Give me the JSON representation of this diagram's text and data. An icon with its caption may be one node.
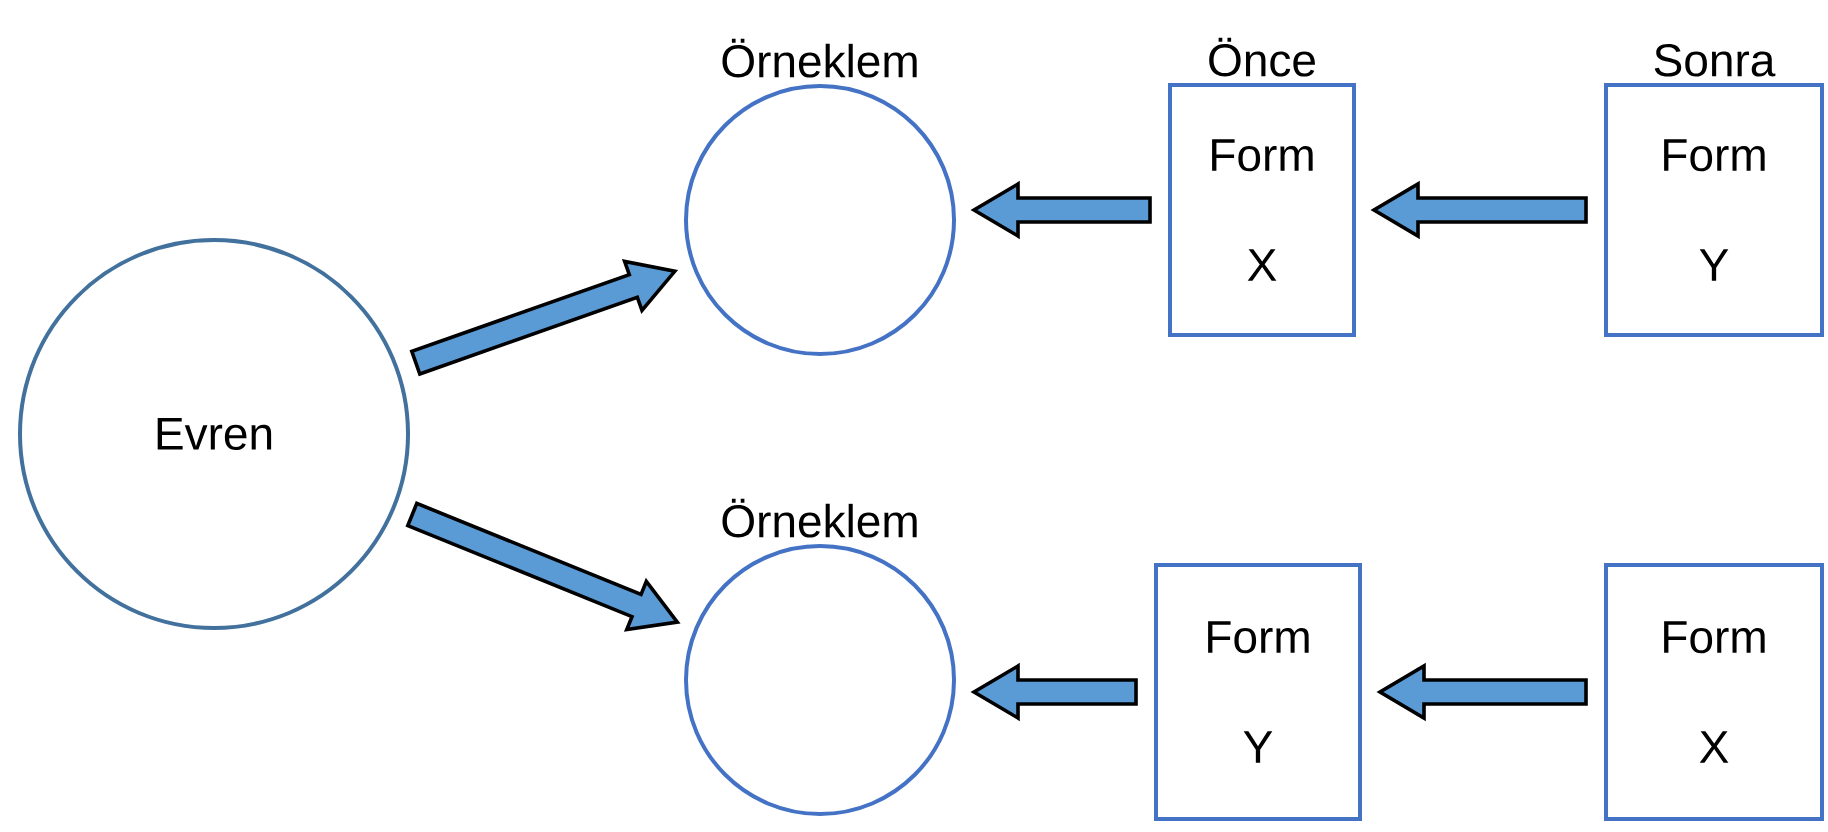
{
  "diagram": {
    "nodes": [
      {
        "text": [
          "Evren"
        ]
      },
      {
        "text": [
          "Örneklem"
        ]
      },
      {
        "text": [
          "Önce",
          "Form X"
        ]
      },
      {
        "text": [
          "Sonra",
          "Form Y"
        ]
      },
      {
        "text": [
          "Örneklem"
        ]
      },
      {
        "text": [
          "Form Y"
        ]
      },
      {
        "text": [
          "Form X"
        ]
      }
    ],
    "edges": [
      {
        "from": 0,
        "to": 1,
        "arrow": "to"
      },
      {
        "from": 0,
        "to": 4,
        "arrow": "to"
      },
      {
        "from": 2,
        "to": 1,
        "arrow": "to"
      },
      {
        "from": 3,
        "to": 2,
        "arrow": "to"
      },
      {
        "from": 5,
        "to": 4,
        "arrow": "to"
      },
      {
        "from": 6,
        "to": 5,
        "arrow": "to"
      }
    ]
  }
}
